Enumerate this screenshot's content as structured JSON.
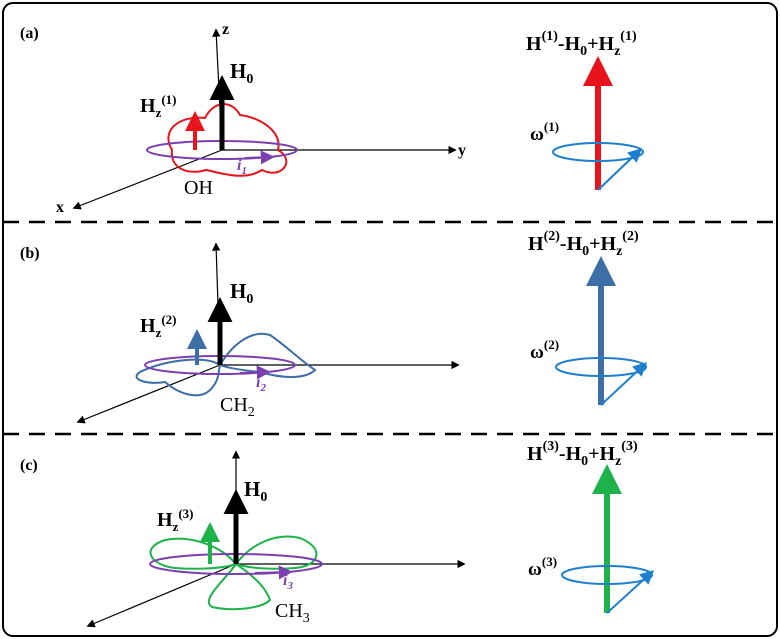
{
  "panels": [
    {
      "label": "(a)",
      "molecule": "OH",
      "current": "i",
      "current_sub": "1",
      "h0": "H",
      "h0_sub": "0",
      "hz": "H",
      "hz_sub": "z",
      "hz_sup": "(1)",
      "eq_h": "H",
      "eq_sup": "(1)",
      "eq_rest_sign": "-",
      "eq_rest": "H",
      "eq_rest_sub": "0",
      "eq_plus": "+H",
      "eq_plus_sub": "z",
      "eq_plus_sup": "(1)",
      "omega": "ω",
      "omega_sup": "(1)",
      "color": "#e8141c",
      "axes": {
        "z": "z",
        "y": "y",
        "x": "x"
      }
    },
    {
      "label": "(b)",
      "molecule": "CH",
      "molecule_sub": "2",
      "current": "i",
      "current_sub": "2",
      "h0": "H",
      "h0_sub": "0",
      "hz": "H",
      "hz_sub": "z",
      "hz_sup": "(2)",
      "eq_h": "H",
      "eq_sup": "(2)",
      "eq_rest_sign": "-",
      "eq_rest": "H",
      "eq_rest_sub": "0",
      "eq_plus": "+H",
      "eq_plus_sub": "z",
      "eq_plus_sup": "(2)",
      "omega": "ω",
      "omega_sup": "(2)",
      "color": "#3d6ea5"
    },
    {
      "label": "(c)",
      "molecule": "CH",
      "molecule_sub": "3",
      "current": "i",
      "current_sub": "3",
      "h0": "H",
      "h0_sub": "0",
      "hz": "H",
      "hz_sub": "z",
      "hz_sup": "(3)",
      "eq_h": "H",
      "eq_sup": "(3)",
      "eq_rest_sign": "-",
      "eq_rest": "H",
      "eq_rest_sub": "0",
      "eq_plus": "+H",
      "eq_plus_sub": "z",
      "eq_plus_sup": "(3)",
      "omega": "ω",
      "omega_sup": "(3)",
      "color": "#1db34a"
    }
  ],
  "colors": {
    "frame": "#000000",
    "ring": "#7b3fb0",
    "precession": "#1e7fcf",
    "black_arrow": "#000000"
  }
}
